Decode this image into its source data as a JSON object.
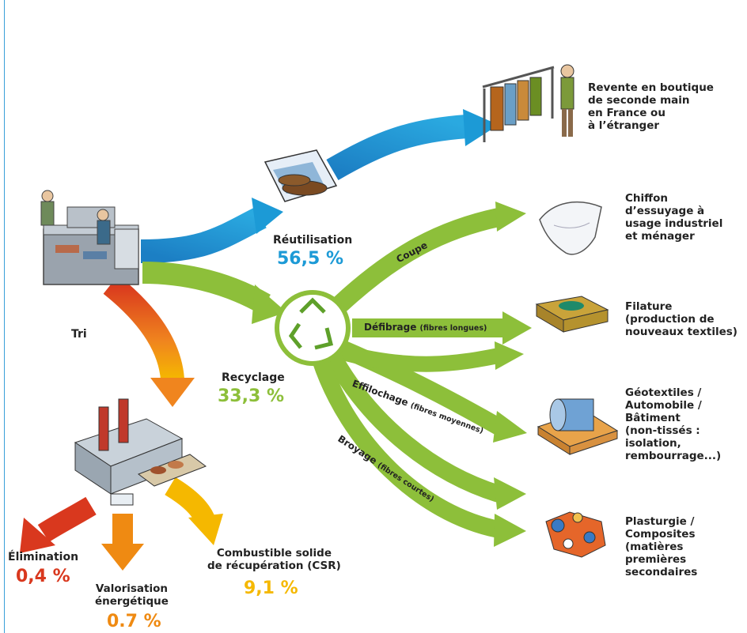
{
  "colors": {
    "reuse_blue": "#1c9ad6",
    "recycle_green": "#8dbf3a",
    "energy_orange": "#f0851e",
    "elimination_red": "#d9381e",
    "csr_yellow": "#f5b800",
    "valorisation_orange": "#ef8a12"
  },
  "tri": {
    "label": "Tri"
  },
  "reutilisation": {
    "label": "Réutilisation",
    "percent": "56,5 %"
  },
  "recyclage": {
    "label": "Recyclage",
    "percent": "33,3 %"
  },
  "branches": {
    "coupe": "Coupe",
    "defibrage": "Défibrage",
    "defibrage_note": "(fibres longues)",
    "effilochage": "Effilochage",
    "effilochage_note": "(fibres moyennes)",
    "broyage": "Broyage",
    "broyage_note": "(fibres courtes)"
  },
  "destinations": {
    "revente": "Revente en boutique\nde seconde main\nen France ou\nà l’étranger",
    "chiffon": "Chiffon\nd’essuyage à\nusage industriel\net ménager",
    "filature": "Filature\n(production de\nnouveaux textiles)",
    "geotextiles": "Géotextiles /\nAutomobile /\nBâtiment\n(non-tissés :\nisolation,\nrembourrage...)",
    "plasturgie": "Plasturgie /\nComposites\n(matières\npremières\nsecondaires"
  },
  "elimination": {
    "label": "Élimination",
    "percent": "0,4 %"
  },
  "valorisation": {
    "label": "Valorisation\nénergétique",
    "percent": "0.7 %"
  },
  "csr": {
    "label": "Combustible solide\nde récupération (CSR)",
    "percent": "9,1 %"
  },
  "icons": [
    "sorting-station-icon",
    "clothes-shoes-icon",
    "clothing-rack-icon",
    "recycle-icon",
    "rag-cloth-icon",
    "folded-textile-icon",
    "insulation-roll-icon",
    "plastic-pellets-icon",
    "incineration-plant-icon"
  ]
}
